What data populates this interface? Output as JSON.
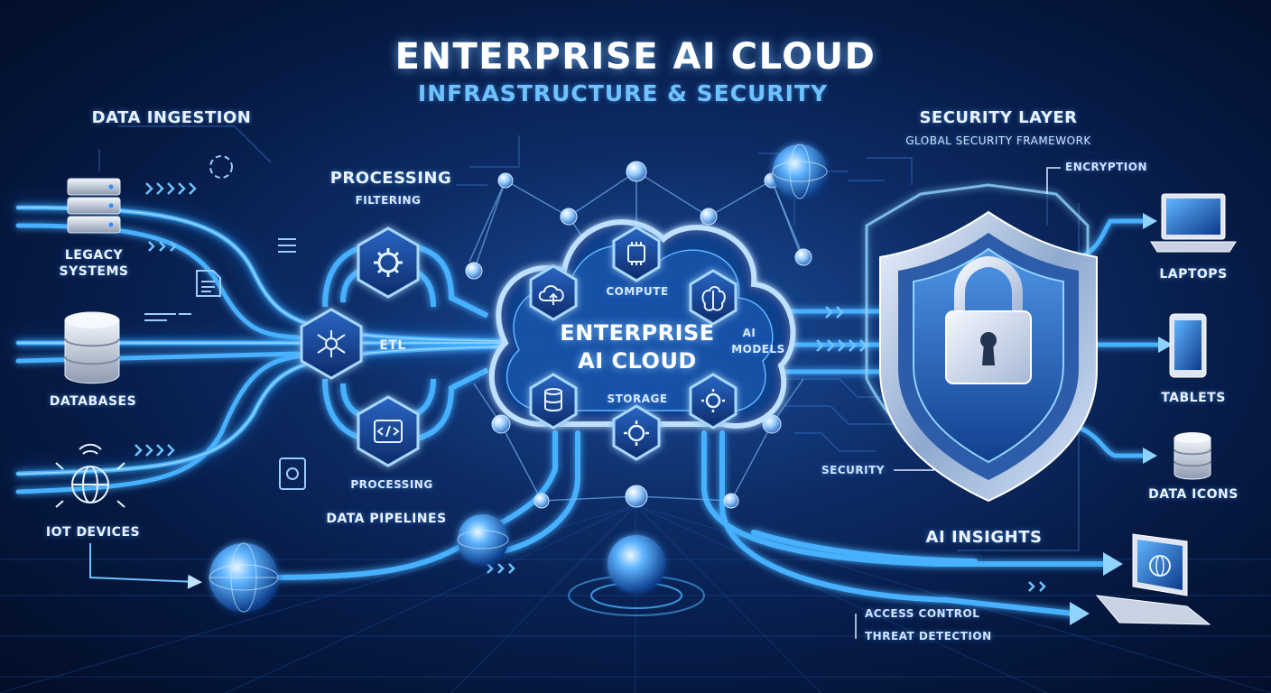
{
  "header": {
    "title": "ENTERPRISE AI CLOUD",
    "subtitle": "INFRASTRUCTURE & SECURITY"
  },
  "ingestion": {
    "heading": "DATA INGESTION",
    "legacy_line1": "LEGACY",
    "legacy_line2": "SYSTEMS",
    "databases": "DATABASES",
    "iot": "IOT DEVICES"
  },
  "processing": {
    "heading": "PROCESSING",
    "filtering": "FILTERING",
    "etl": "ETL",
    "processing_label": "PROCESSING",
    "pipelines": "DATA PIPELINES"
  },
  "cloud": {
    "line1": "ENTERPRISE",
    "line2": "AI CLOUD",
    "compute": "COMPUTE",
    "ai_line1": "AI",
    "ai_line2": "MODELS",
    "storage": "STORAGE"
  },
  "security": {
    "heading": "SECURITY LAYER",
    "framework": "GLOBAL SECURITY FRAMEWORK",
    "encryption": "ENCRYPTION",
    "security": "SECURITY",
    "access": "ACCESS CONTROL",
    "threat": "THREAT DETECTION"
  },
  "outputs": {
    "laptops": "LAPTOPS",
    "tablets": "TABLETS",
    "data_icons": "DATA ICONS",
    "insights": "AI INSIGHTS"
  },
  "colors": {
    "background": "#061a44",
    "flow": "#3fa9ff",
    "glow": "#8fd3ff",
    "accent": "#6ec3ff"
  }
}
